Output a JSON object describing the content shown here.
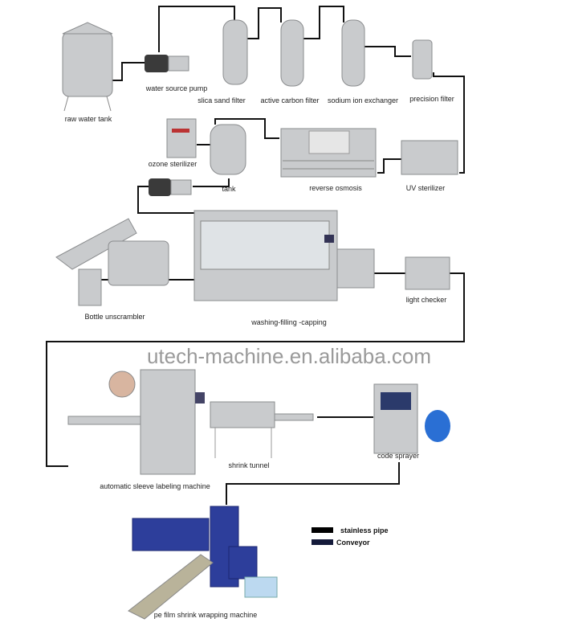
{
  "labels": {
    "raw_water_tank": "raw water tank",
    "water_source_pump": "water source pump",
    "silica_sand_filter": "slica sand filter",
    "active_carbon_filter": "active carbon filter",
    "sodium_ion_exchanger": "sodium ion exchanger",
    "precision_filter": "precision filter",
    "ozone_sterilizer": "ozone sterilizer",
    "tank": "tank",
    "reverse_osmosis": "reverse osmosis",
    "uv_sterilizer": "UV  sterilizer",
    "bottle_unscrambler": "Bottle unscrambler",
    "washing_filling_capping": "washing-filling -capping",
    "light_checker": "light checker",
    "shrink_tunnel": "shrink tunnel",
    "code_sprayer": "code sprayer",
    "sleeve_labeling": "automatic sleeve labeling machine",
    "shrink_wrapping": "pe film shrink wrapping machine"
  },
  "watermark": "utech-machine.en.alibaba.com",
  "legend": [
    {
      "label": "stainless pipe",
      "color": "#000000"
    },
    {
      "label": "Conveyor",
      "color": "#141a3a"
    }
  ],
  "colors": {
    "steel": "#c9cbcd",
    "machine_blue": "#2d3e9b",
    "pipe": "#111111"
  }
}
